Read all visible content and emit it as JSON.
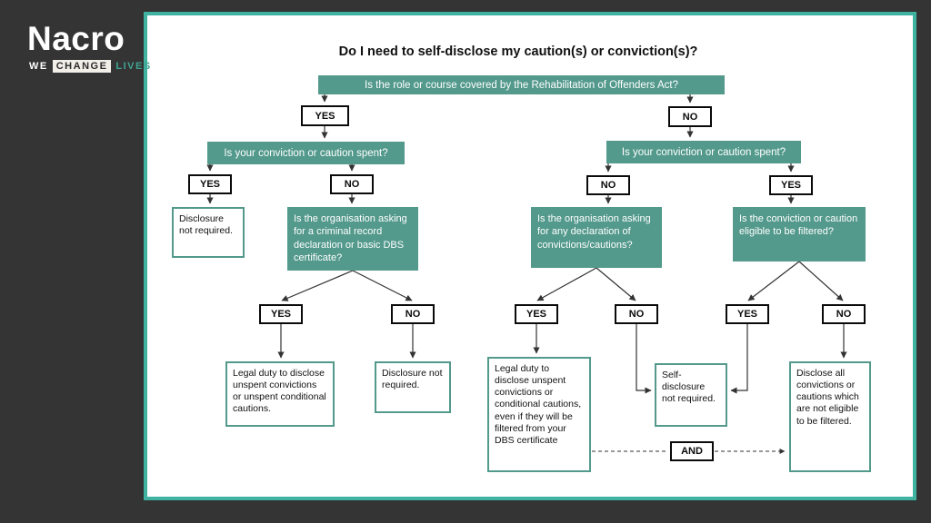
{
  "brand": {
    "name": "Nacro",
    "tagline": {
      "we": "WE",
      "change": "CHANGE",
      "lives": "LIVES"
    }
  },
  "flow": {
    "title": "Do I need to self-disclose my caution(s) or conviction(s)?",
    "root_question": "Is the role or course covered by the Rehabilitation of Offenders Act?",
    "labels": {
      "yes": "YES",
      "no": "NO",
      "and": "AND"
    },
    "questions": {
      "left_spent": "Is your conviction or caution spent?",
      "right_spent": "Is your conviction or caution spent?",
      "left_criminal_record": "Is the organisation asking for a criminal record declaration or basic DBS certificate?",
      "mid_any_declaration": "Is the organisation asking for any declaration of convictions/cautions?",
      "right_filter_eligible": "Is the conviction or caution eligible to be filtered?"
    },
    "outcomes": {
      "disclosure_not_required_1": "Disclosure not required.",
      "legal_duty_unspent": "Legal duty to disclose unspent convictions or unspent conditional cautions.",
      "disclosure_not_required_2": "Disclosure not required.",
      "legal_duty_even_filtered": "Legal duty to disclose unspent convictions or conditional cautions, even if they will be filtered from your DBS certificate",
      "self_disclosure_not_required": "Self-disclosure not required.",
      "disclose_all_not_eligible": "Disclose all convictions or cautions which are not eligible to be filtered."
    },
    "colors": {
      "teal": "#53998C",
      "frame_teal": "#3FB2A2",
      "background": "#343434"
    }
  }
}
